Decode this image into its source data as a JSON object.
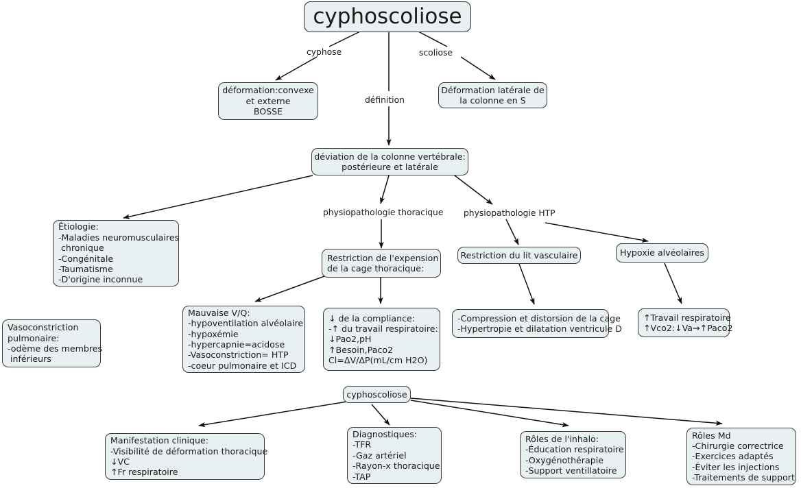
{
  "diagram": {
    "title": "cyphoscoliose",
    "type": "concept-map",
    "colors": {
      "node_fill": "#e9f0f2",
      "node_border": "#3a3a3a",
      "edge": "#1a1a1a",
      "background": "#ffffff",
      "text": "#1a1a1a"
    },
    "nodes": {
      "root": "cyphoscoliose",
      "deformation_convexe": "déformation:convexe\net externe\nBOSSE",
      "deformation_laterale": "Déformation latérale de\nla colonne en S",
      "deviation_colonne": "déviation de la colonne vertébrale:\npostérieure et latérale",
      "etiologie": "Étiologie:\n-Maladies neuromusculaires\n chronique\n-Congénitale\n-Taumatisme\n-D'origine inconnue",
      "restriction_expension": "Restriction de l'expension\nde la cage thoracique:",
      "restriction_lit": "Restriction du lit vasculaire",
      "hypoxie_alveolaires": "Hypoxie alvéolaires",
      "vasoconstriction": "Vasoconstriction\npulmonaire:\n-odème des membres\n inférieurs",
      "mauvaise_vq": "Mauvaise V/Q:\n-hypoventilation alvéolaire\n-hypoxémie\n-hypercapnie=acidose\n-Vasoconstriction= HTP\n-coeur pulmonaire et ICD",
      "compliance": "↓ de la compliance:\n-↑ du travail respiratoire:\n↓Pao2,pH\n↑Besoin,Paco2\nCl=ΔV/ΔP(mL/cm H2O)",
      "compression": "-Compression et distorsion de la cage\n-Hypertropie et dilatation ventricule D",
      "travail_respiratoire": "↑Travail respiratoire\n↑Vco2:↓Va→↑Paco2",
      "cyphoscoliose_bottom": "cyphoscoliose",
      "manifestation": "Manifestation clinique:\n-Visibilité de déformation thoracique\n↓VC\n↑Fr respiratoire",
      "diagnostiques": "Diagnostiques:\n-TFR\n-Gaz artériel\n-Rayon-x thoracique\n-TAP",
      "roles_inhalo": "Rôles de l'inhalo:\n-Éducation respiratoire\n-Oxygénothérapie\n-Support ventillatoire",
      "roles_md": "Rôles Md\n-Chirurgie correctrice\n-Exercices adaptés\n-Éviter les injections\n-Traitements de support"
    },
    "edge_labels": {
      "cyphose": "cyphose",
      "scoliose": "scoliose",
      "definition": "définition",
      "physio_thoracique": "physiopathologie thoracique",
      "physio_htp": "physiopathologie HTP"
    }
  }
}
